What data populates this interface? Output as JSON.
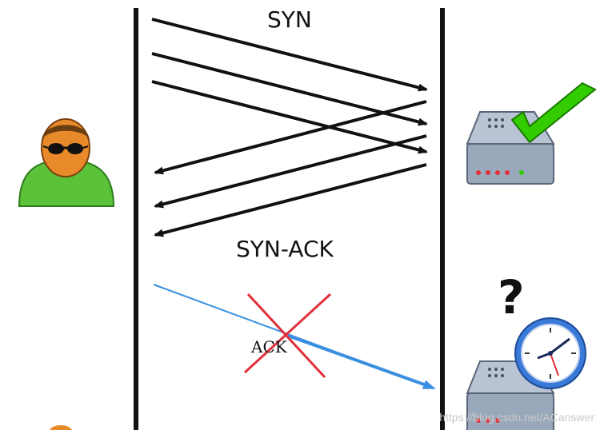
{
  "labels": {
    "syn": "SYN",
    "syn_ack": "SYN-ACK",
    "ack": "ACK",
    "question": "?"
  },
  "watermark": "https://blog.csdn.net/ACanswer",
  "icons": {
    "attacker": "user-with-sunglasses-icon",
    "server_ok": "server-with-checkmark-icon",
    "server_wait": "server-with-clock-icon",
    "cross": "red-x-icon"
  },
  "colors": {
    "arrow": "#111111",
    "ack_arrow": "#3a8fe0",
    "cross": "#e0303a",
    "check": "#33cc00",
    "person_body": "#5cc23a",
    "person_face": "#e8892a"
  }
}
